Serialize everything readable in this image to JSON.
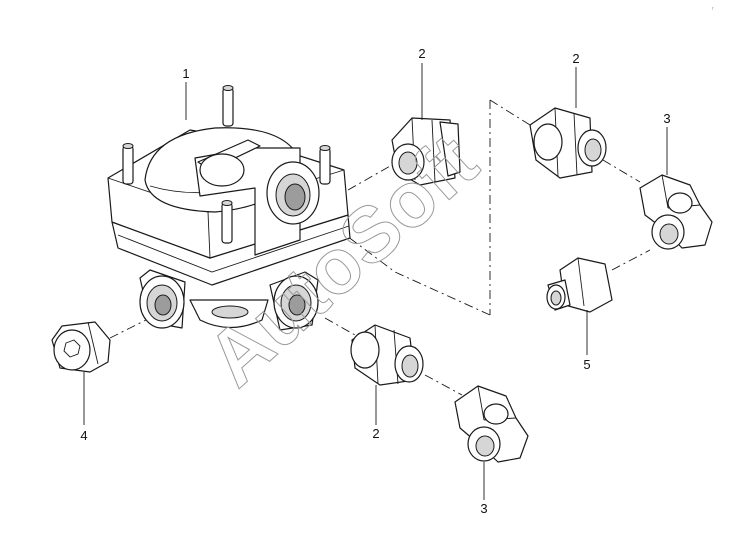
{
  "callouts": {
    "c1": "1",
    "c2a": "2",
    "c2b": "2",
    "c2c": "2",
    "c3a": "3",
    "c3b": "3",
    "c4": "4",
    "c5": "5"
  },
  "watermark": {
    "text": "AutoSoft"
  },
  "corner_mark": {
    "text": "r"
  }
}
